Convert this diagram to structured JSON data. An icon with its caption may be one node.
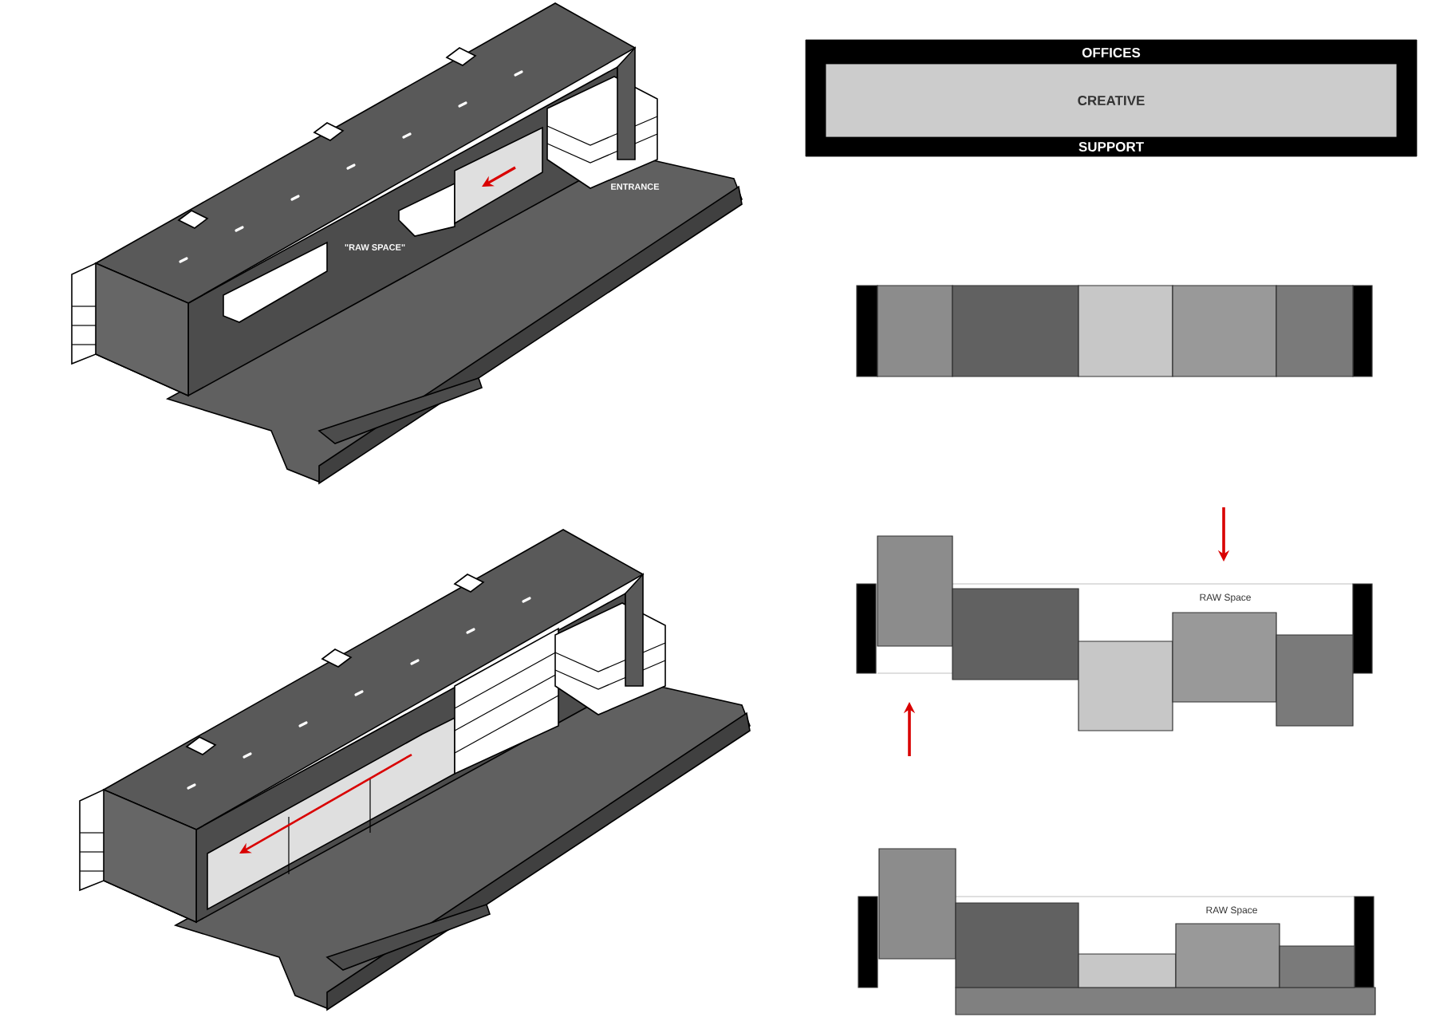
{
  "diagram": {
    "nodes": [
      {
        "text": [
          "OFFICES",
          "SUPPORT"
        ]
      },
      {
        "text": [
          "CREATIVE"
        ],
        "in": 0
      }
    ],
    "labels": [
      "\"RAW SPACE\"",
      "ENTRANCE",
      "RAW Space",
      "RAW Space"
    ]
  }
}
